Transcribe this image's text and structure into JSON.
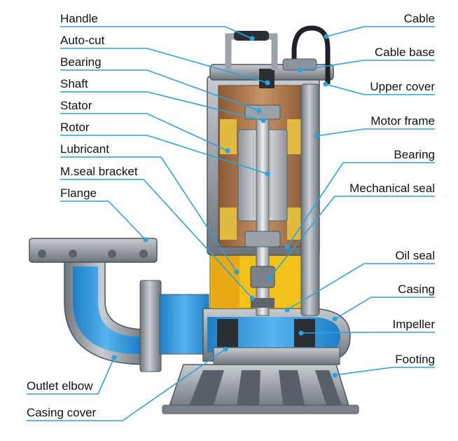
{
  "labels": {
    "handle": "Handle",
    "auto_cut": "Auto-cut",
    "bearing_upper": "Bearing",
    "shaft": "Shaft",
    "stator": "Stator",
    "rotor": "Rotor",
    "lubricant": "Lubricant",
    "mseal_bracket": "M.seal bracket",
    "flange": "Flange",
    "outlet_elbow": "Outlet elbow",
    "casing_cover": "Casing cover",
    "cable": "Cable",
    "cable_base": "Cable base",
    "upper_cover": "Upper cover",
    "motor_frame": "Motor frame",
    "bearing_lower": "Bearing",
    "mechanical_seal": "Mechanical seal",
    "oil_seal": "Oil seal",
    "casing": "Casing",
    "impeller": "Impeller",
    "footing": "Footing"
  },
  "colors": {
    "leader": "#2aa3dc",
    "water": "#2e9be0",
    "lubricant": "#f2c21a",
    "metal": "#8d949b",
    "copper": "#b07a4a"
  }
}
